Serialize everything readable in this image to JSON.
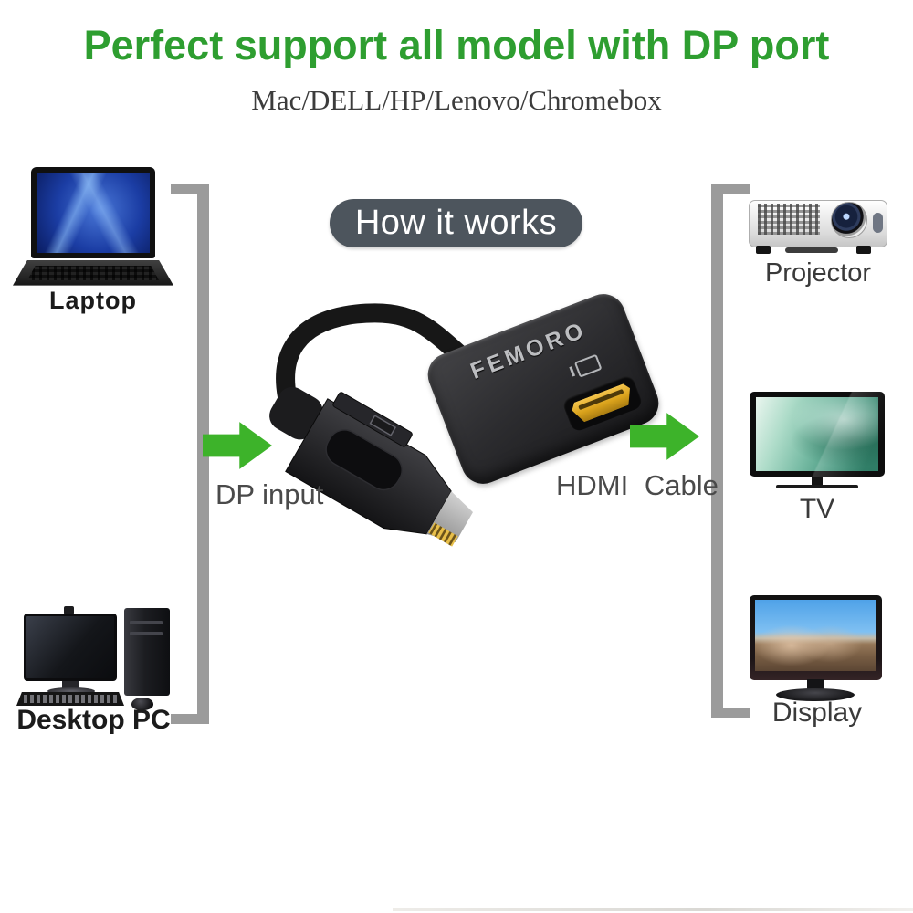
{
  "header": {
    "title": "Perfect support all model with DP port",
    "subtitle": "Mac/DELL/HP/Lenovo/Chromebox"
  },
  "banner": {
    "label": "How it works"
  },
  "adapter": {
    "brand": "FEMORO",
    "dp_label": "DP input",
    "hdmi_label": "HDMI Cable"
  },
  "devices": {
    "laptop": {
      "label": "Laptop"
    },
    "desktop": {
      "label": "Desktop PC"
    },
    "projector": {
      "label": "Projector"
    },
    "tv": {
      "label": "TV"
    },
    "display": {
      "label": "Display"
    }
  },
  "colors": {
    "title_green": "#2e9e30",
    "arrow_green": "#3db32a",
    "bracket_gray": "#9b9b9b",
    "banner_bg": "#4d555d",
    "label_gray": "#4a4a4a",
    "hdmi_gold": "#d9a21b"
  }
}
